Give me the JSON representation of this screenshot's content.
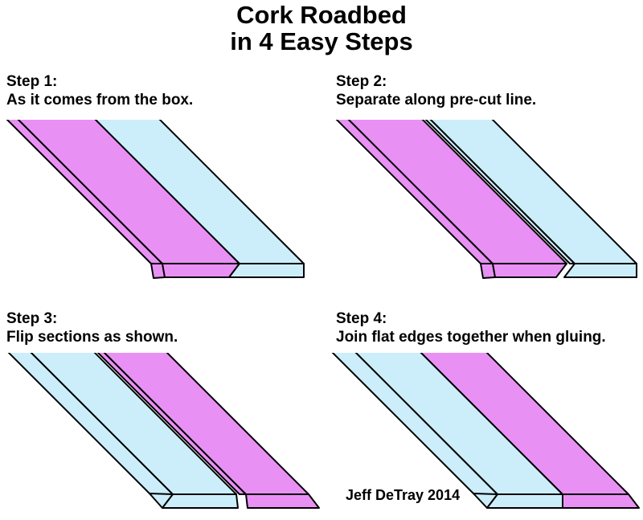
{
  "title": {
    "line1": "Cork Roadbed",
    "line2": "in 4 Easy Steps"
  },
  "steps": [
    {
      "label": "Step 1:",
      "caption": "As it comes from the box."
    },
    {
      "label": "Step 2:",
      "caption": "Separate along pre-cut line."
    },
    {
      "label": "Step 3:",
      "caption": "Flip sections as shown."
    },
    {
      "label": "Step 4:",
      "caption": "Join flat edges together when gluing."
    }
  ],
  "attribution": "Jeff DeTray 2014",
  "colors": {
    "cork_pink": "#E990F5",
    "cork_blue": "#CCEEFB",
    "outline": "#000000",
    "background": "#FFFFFF"
  },
  "diagram": {
    "step1": {
      "left_piece": "pink",
      "right_piece": "blue",
      "state": "joined"
    },
    "step2": {
      "left_piece": "pink",
      "right_piece": "blue",
      "state": "separated"
    },
    "step3": {
      "left_piece": "blue",
      "right_piece": "pink",
      "state": "flipped-separated"
    },
    "step4": {
      "left_piece": "blue",
      "right_piece": "pink",
      "state": "flipped-joined"
    }
  }
}
